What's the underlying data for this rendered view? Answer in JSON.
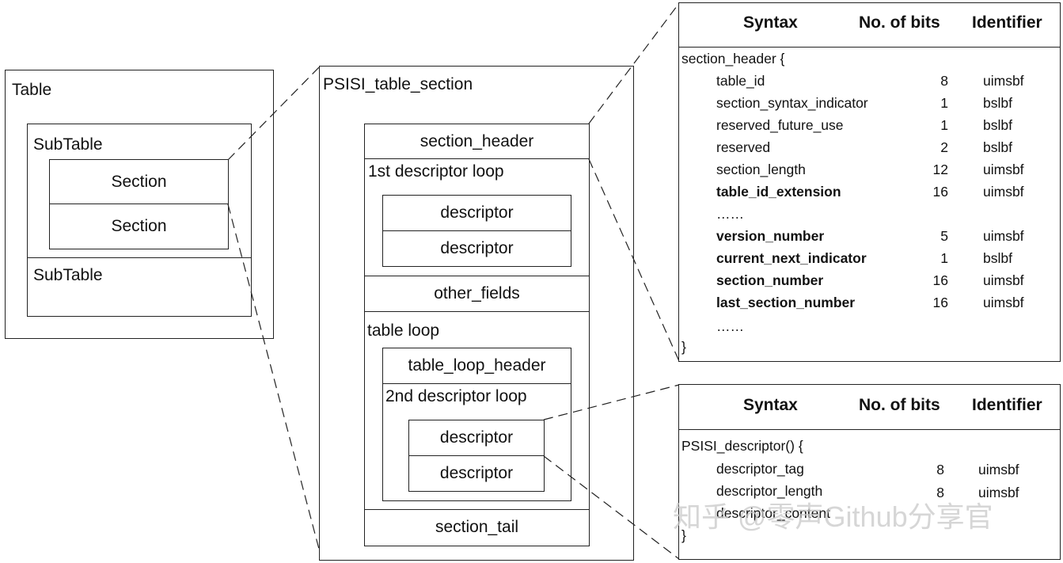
{
  "table": {
    "title": "Table",
    "subtables": [
      "SubTable",
      "SubTable"
    ],
    "sections": [
      "Section",
      "Section"
    ]
  },
  "psisi": {
    "title": "PSISI_table_section",
    "section_header": "section_header",
    "first_loop": "1st descriptor loop",
    "descriptor": "descriptor",
    "other_fields": "other_fields",
    "table_loop": "table loop",
    "table_loop_header": "table_loop_header",
    "second_loop": "2nd descriptor loop",
    "section_tail": "section_tail"
  },
  "header_table": {
    "columns": [
      "Syntax",
      "No. of bits",
      "Identifier"
    ],
    "open": "section_header {",
    "rows": [
      {
        "name": "table_id",
        "bits": "8",
        "id": "uimsbf",
        "bold": false
      },
      {
        "name": "section_syntax_indicator",
        "bits": "1",
        "id": "bslbf",
        "bold": false
      },
      {
        "name": "reserved_future_use",
        "bits": "1",
        "id": "bslbf",
        "bold": false
      },
      {
        "name": "reserved",
        "bits": "2",
        "id": "bslbf",
        "bold": false
      },
      {
        "name": "section_length",
        "bits": "12",
        "id": "uimsbf",
        "bold": false
      },
      {
        "name": "table_id_extension",
        "bits": "16",
        "id": "uimsbf",
        "bold": true
      },
      {
        "name": "……",
        "bits": "",
        "id": "",
        "bold": false
      },
      {
        "name": "version_number",
        "bits": "5",
        "id": "uimsbf",
        "bold": true
      },
      {
        "name": "current_next_indicator",
        "bits": "1",
        "id": "bslbf",
        "bold": true
      },
      {
        "name": "section_number",
        "bits": "16",
        "id": "uimsbf",
        "bold": true
      },
      {
        "name": "last_section_number",
        "bits": "16",
        "id": "uimsbf",
        "bold": true
      },
      {
        "name": "……",
        "bits": "",
        "id": "",
        "bold": false
      }
    ],
    "close": "}"
  },
  "descriptor_table": {
    "columns": [
      "Syntax",
      "No. of bits",
      "Identifier"
    ],
    "open": "PSISI_descriptor() {",
    "rows": [
      {
        "name": "descriptor_tag",
        "bits": "8",
        "id": "uimsbf"
      },
      {
        "name": "descriptor_length",
        "bits": "8",
        "id": "uimsbf"
      },
      {
        "name": "descriptor_content",
        "bits": "",
        "id": ""
      }
    ],
    "close": "}"
  },
  "watermark": "知乎 @零声Github分享官"
}
